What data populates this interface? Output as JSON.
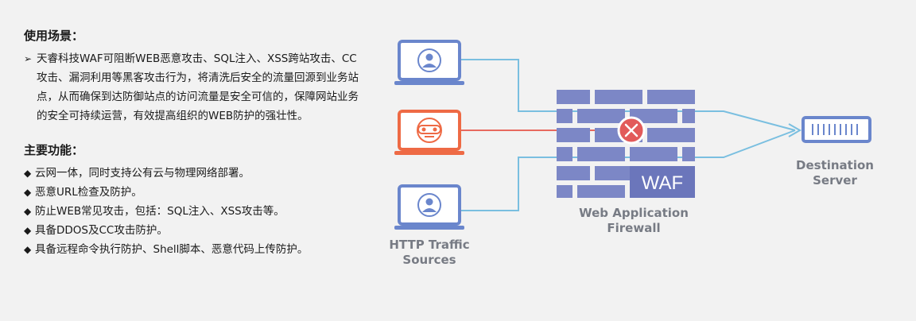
{
  "usage": {
    "title": "使用场景：",
    "bullet": "➢",
    "text": "天睿科技WAF可阻断WEB恶意攻击、SQL注入、XSS跨站攻击、CC攻击、漏洞利用等黑客攻击行为，将清洗后安全的流量回源到业务站点，从而确保到达防御站点的访问流量是安全可信的，保障网站业务的安全可持续运营，有效提高组织的WEB防护的强壮性。"
  },
  "features": {
    "title": "主要功能：",
    "bullet": "◆",
    "items": [
      "云网一体，同时支持公有云与物理网络部署。",
      "恶意URL检查及防护。",
      "防止WEB常见攻击，包括：SQL注入、XSS攻击等。",
      "具备DDOS及CC攻击防护。",
      "具备远程命令执行防护、Shell脚本、恶意代码上传防护。"
    ]
  },
  "diagram": {
    "sources_label": "HTTP Traffic\nSources",
    "waf_text": "WAF",
    "waf_label": "Web Application\nFirewall",
    "destination_label": "Destination\nServer",
    "colors": {
      "user": "#6a86cc",
      "attacker": "#ee6a45",
      "brick": "#7c87c6",
      "brick_dark": "#6b76bb",
      "line": "#7abfe0",
      "label": "#777b84",
      "block": "#e25a5a"
    },
    "icons": [
      "user-icon",
      "robot-icon",
      "user-icon",
      "block-icon",
      "server-icon"
    ]
  }
}
